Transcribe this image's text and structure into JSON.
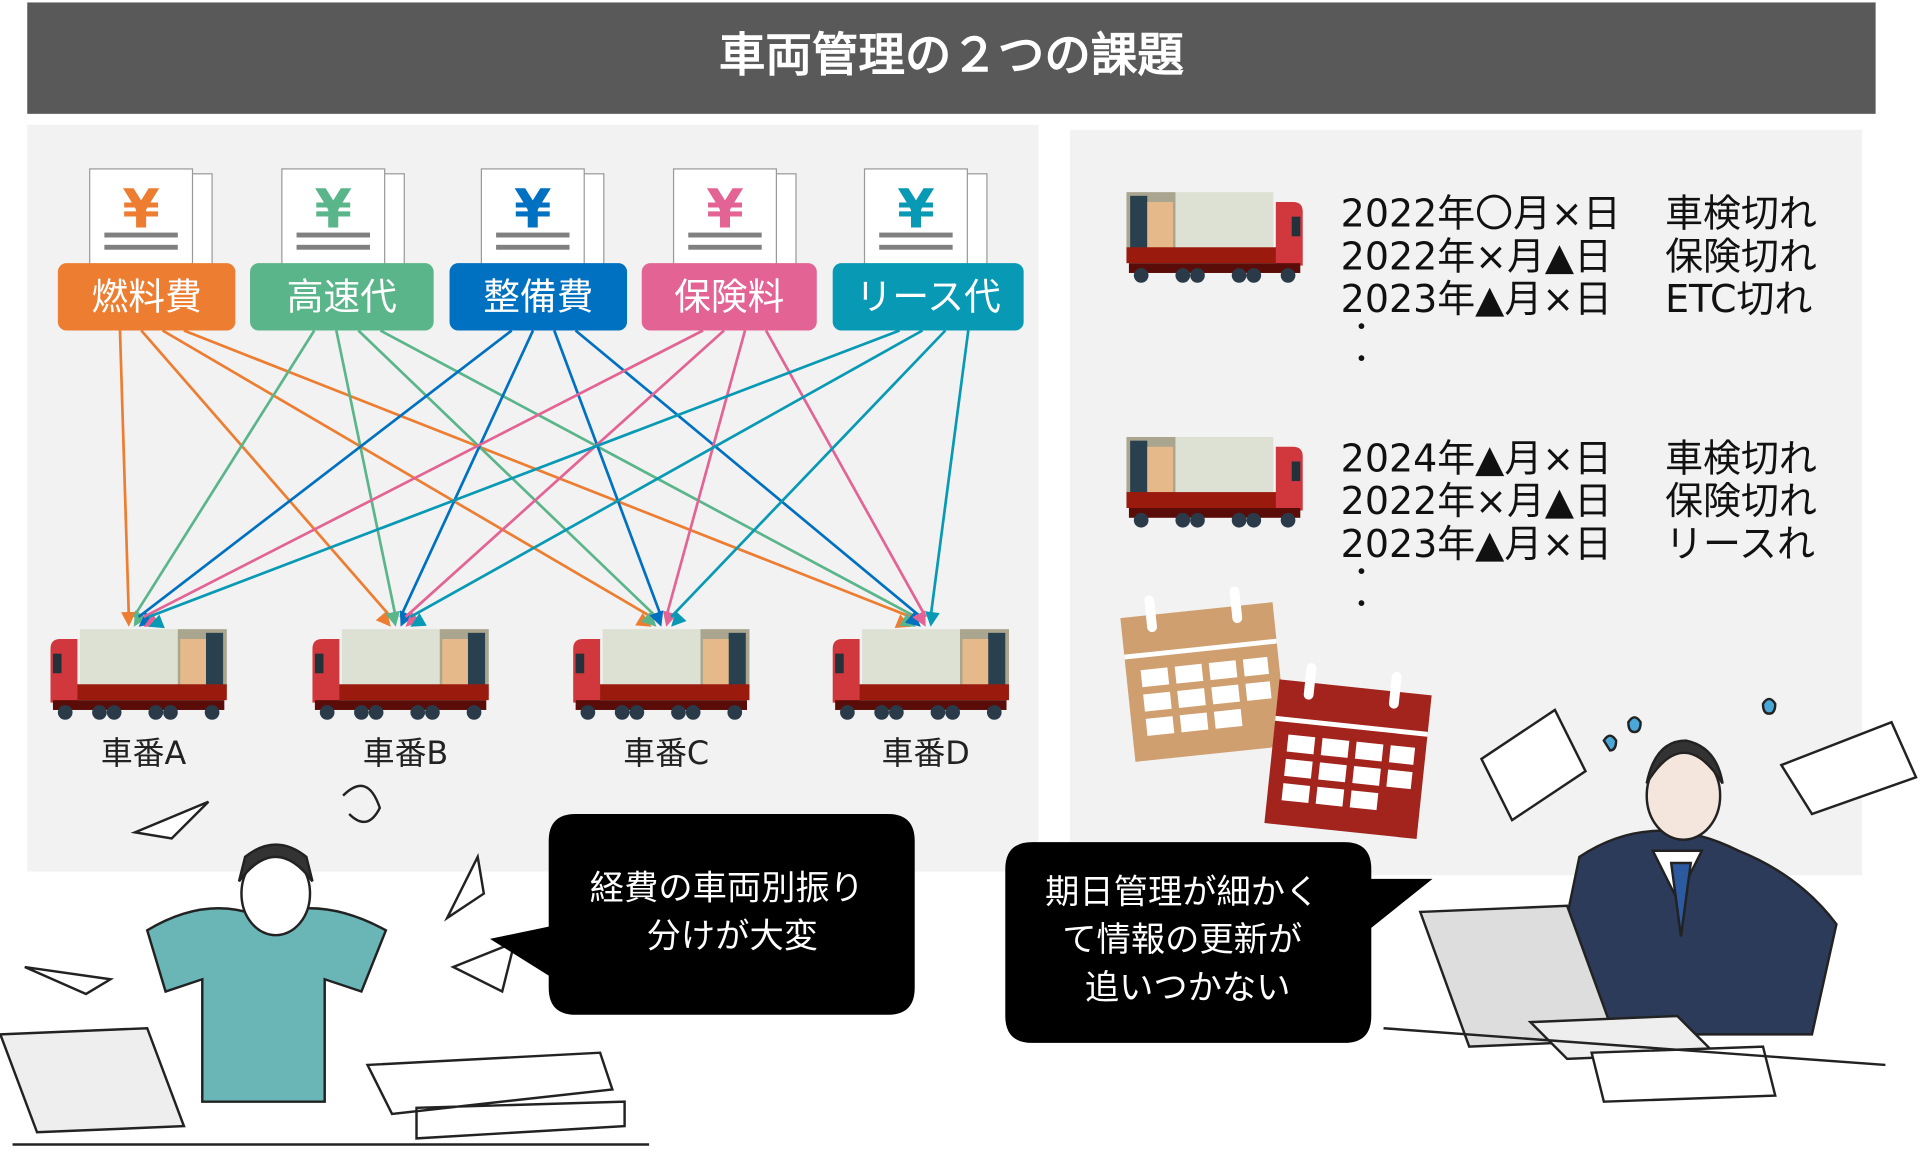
{
  "title": "車両管理の２つの課題",
  "colors": {
    "title_bg": "#595959",
    "panel_bg": "#f2f2f2",
    "fuel": "#ED7D31",
    "toll": "#5BB58A",
    "maintenance": "#0070C0",
    "insurance": "#E36494",
    "lease": "#0899B4"
  },
  "left": {
    "categories": [
      {
        "label": "燃料費",
        "symbol": "¥",
        "color": "#ED7D31"
      },
      {
        "label": "高速代",
        "symbol": "¥",
        "color": "#5BB58A"
      },
      {
        "label": "整備費",
        "symbol": "¥",
        "color": "#0070C0"
      },
      {
        "label": "保険料",
        "symbol": "¥",
        "color": "#E36494"
      },
      {
        "label": "リース代",
        "symbol": "¥",
        "color": "#0899B4"
      }
    ],
    "vehicles": [
      "車番A",
      "車番B",
      "車番C",
      "車番D"
    ],
    "bubble": [
      "経費の車両別振り",
      "分けが大変"
    ]
  },
  "right": {
    "groups": [
      {
        "rows": [
          {
            "date": "2022年〇月×日",
            "item": "車検切れ"
          },
          {
            "date": "2022年×月▲日",
            "item": "保険切れ"
          },
          {
            "date": "2023年▲月×日",
            "item": "ETC切れ"
          }
        ],
        "ellipsis": "・"
      },
      {
        "rows": [
          {
            "date": "2024年▲月×日",
            "item": "車検切れ"
          },
          {
            "date": "2022年×月▲日",
            "item": "保険切れ"
          },
          {
            "date": "2023年▲月×日",
            "item": "リースれ"
          }
        ],
        "ellipsis": "・"
      }
    ],
    "bubble": [
      "期日管理が細かく",
      "て情報の更新が",
      "追いつかない"
    ]
  }
}
